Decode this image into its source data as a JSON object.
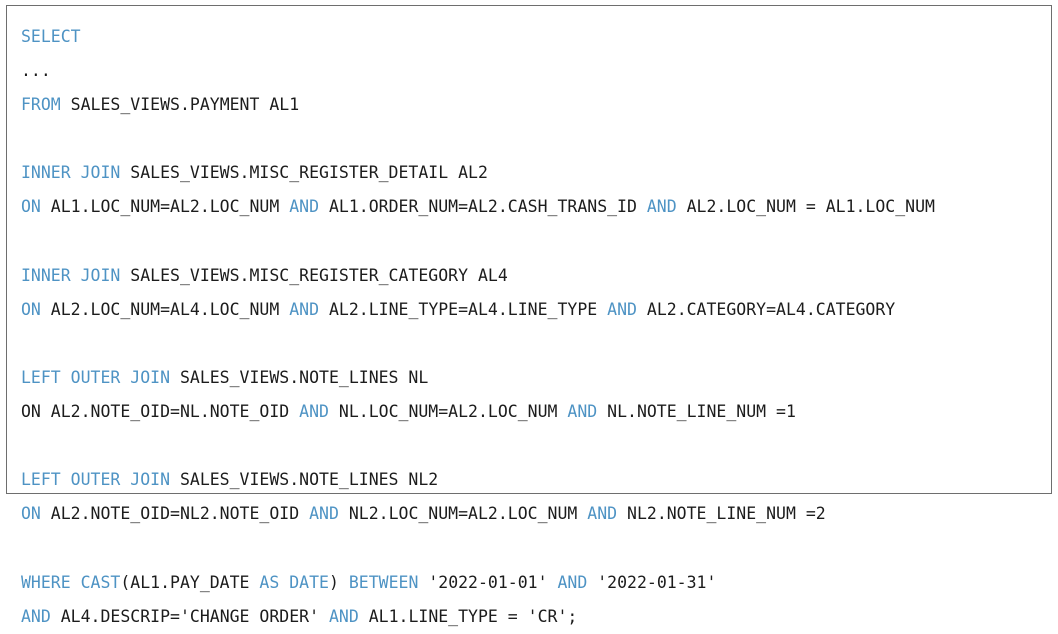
{
  "snippet": {
    "kind": "sql-code-block",
    "language": "SQL",
    "border_color": "#6e6e6e",
    "background_color": "#ffffff",
    "keyword_color": "#4e93c4",
    "text_color": "#1c1c1c",
    "lines": [
      {
        "id": "line-select",
        "blank": false,
        "tokens": [
          {
            "t": "SELECT",
            "kw": true
          }
        ]
      },
      {
        "id": "line-ellipsis",
        "blank": false,
        "tokens": [
          {
            "t": "...",
            "kw": false
          }
        ]
      },
      {
        "id": "line-from",
        "blank": false,
        "tokens": [
          {
            "t": "FROM",
            "kw": true
          },
          {
            "t": " SALES_VIEWS.PAYMENT AL1",
            "kw": false
          }
        ]
      },
      {
        "id": "line-blank-1",
        "blank": true,
        "tokens": []
      },
      {
        "id": "line-inner-join-1",
        "blank": false,
        "tokens": [
          {
            "t": "INNER JOIN",
            "kw": true
          },
          {
            "t": " SALES_VIEWS.MISC_REGISTER_DETAIL AL2",
            "kw": false
          }
        ]
      },
      {
        "id": "line-on-1",
        "blank": false,
        "tokens": [
          {
            "t": "ON",
            "kw": true
          },
          {
            "t": " AL1.LOC_NUM=AL2.LOC_NUM ",
            "kw": false
          },
          {
            "t": "AND",
            "kw": true
          },
          {
            "t": " AL1.ORDER_NUM=AL2.CASH_TRANS_ID ",
            "kw": false
          },
          {
            "t": "AND",
            "kw": true
          },
          {
            "t": " AL2.LOC_NUM = AL1.LOC_NUM",
            "kw": false
          }
        ]
      },
      {
        "id": "line-blank-2",
        "blank": true,
        "tokens": []
      },
      {
        "id": "line-inner-join-2",
        "blank": false,
        "tokens": [
          {
            "t": "INNER JOIN",
            "kw": true
          },
          {
            "t": " SALES_VIEWS.MISC_REGISTER_CATEGORY AL4",
            "kw": false
          }
        ]
      },
      {
        "id": "line-on-2",
        "blank": false,
        "tokens": [
          {
            "t": "ON",
            "kw": true
          },
          {
            "t": " AL2.LOC_NUM=AL4.LOC_NUM ",
            "kw": false
          },
          {
            "t": "AND",
            "kw": true
          },
          {
            "t": " AL2.LINE_TYPE=AL4.LINE_TYPE ",
            "kw": false
          },
          {
            "t": "AND",
            "kw": true
          },
          {
            "t": " AL2.CATEGORY=AL4.CATEGORY",
            "kw": false
          }
        ]
      },
      {
        "id": "line-blank-3",
        "blank": true,
        "tokens": []
      },
      {
        "id": "line-left-outer-join-1",
        "blank": false,
        "tokens": [
          {
            "t": "LEFT OUTER JOIN",
            "kw": true
          },
          {
            "t": " SALES_VIEWS.NOTE_LINES NL",
            "kw": false
          }
        ]
      },
      {
        "id": "line-on-3",
        "blank": false,
        "tokens": [
          {
            "t": "ON",
            "kw": false
          },
          {
            "t": " AL2.NOTE_OID=NL.NOTE_OID ",
            "kw": false
          },
          {
            "t": "AND",
            "kw": true
          },
          {
            "t": " NL.LOC_NUM=AL2.LOC_NUM ",
            "kw": false
          },
          {
            "t": "AND",
            "kw": true
          },
          {
            "t": " NL.NOTE_LINE_NUM =1",
            "kw": false
          }
        ]
      },
      {
        "id": "line-blank-4",
        "blank": true,
        "tokens": []
      },
      {
        "id": "line-left-outer-join-2",
        "blank": false,
        "tokens": [
          {
            "t": "LEFT OUTER JOIN",
            "kw": true
          },
          {
            "t": " SALES_VIEWS.NOTE_LINES NL2",
            "kw": false
          }
        ]
      },
      {
        "id": "line-on-4",
        "blank": false,
        "tokens": [
          {
            "t": "ON",
            "kw": true
          },
          {
            "t": " AL2.NOTE_OID=NL2.NOTE_OID ",
            "kw": false
          },
          {
            "t": "AND",
            "kw": true
          },
          {
            "t": " NL2.LOC_NUM=AL2.LOC_NUM ",
            "kw": false
          },
          {
            "t": "AND",
            "kw": true
          },
          {
            "t": " NL2.NOTE_LINE_NUM =2",
            "kw": false
          }
        ]
      },
      {
        "id": "line-blank-5",
        "blank": true,
        "tokens": []
      },
      {
        "id": "line-where",
        "blank": false,
        "tokens": [
          {
            "t": "WHERE CAST",
            "kw": true
          },
          {
            "t": "(AL1.PAY_DATE ",
            "kw": false
          },
          {
            "t": "AS DATE",
            "kw": true
          },
          {
            "t": ") ",
            "kw": false
          },
          {
            "t": "BETWEEN",
            "kw": true
          },
          {
            "t": " '2022-01-01' ",
            "kw": false
          },
          {
            "t": "AND",
            "kw": true
          },
          {
            "t": " '2022-01-31'",
            "kw": false
          }
        ]
      },
      {
        "id": "line-and-final",
        "blank": false,
        "tokens": [
          {
            "t": "AND",
            "kw": true
          },
          {
            "t": " AL4.DESCRIP='CHANGE ORDER' ",
            "kw": false
          },
          {
            "t": "AND",
            "kw": true
          },
          {
            "t": " AL1.LINE_TYPE = 'CR';",
            "kw": false
          }
        ]
      }
    ]
  }
}
